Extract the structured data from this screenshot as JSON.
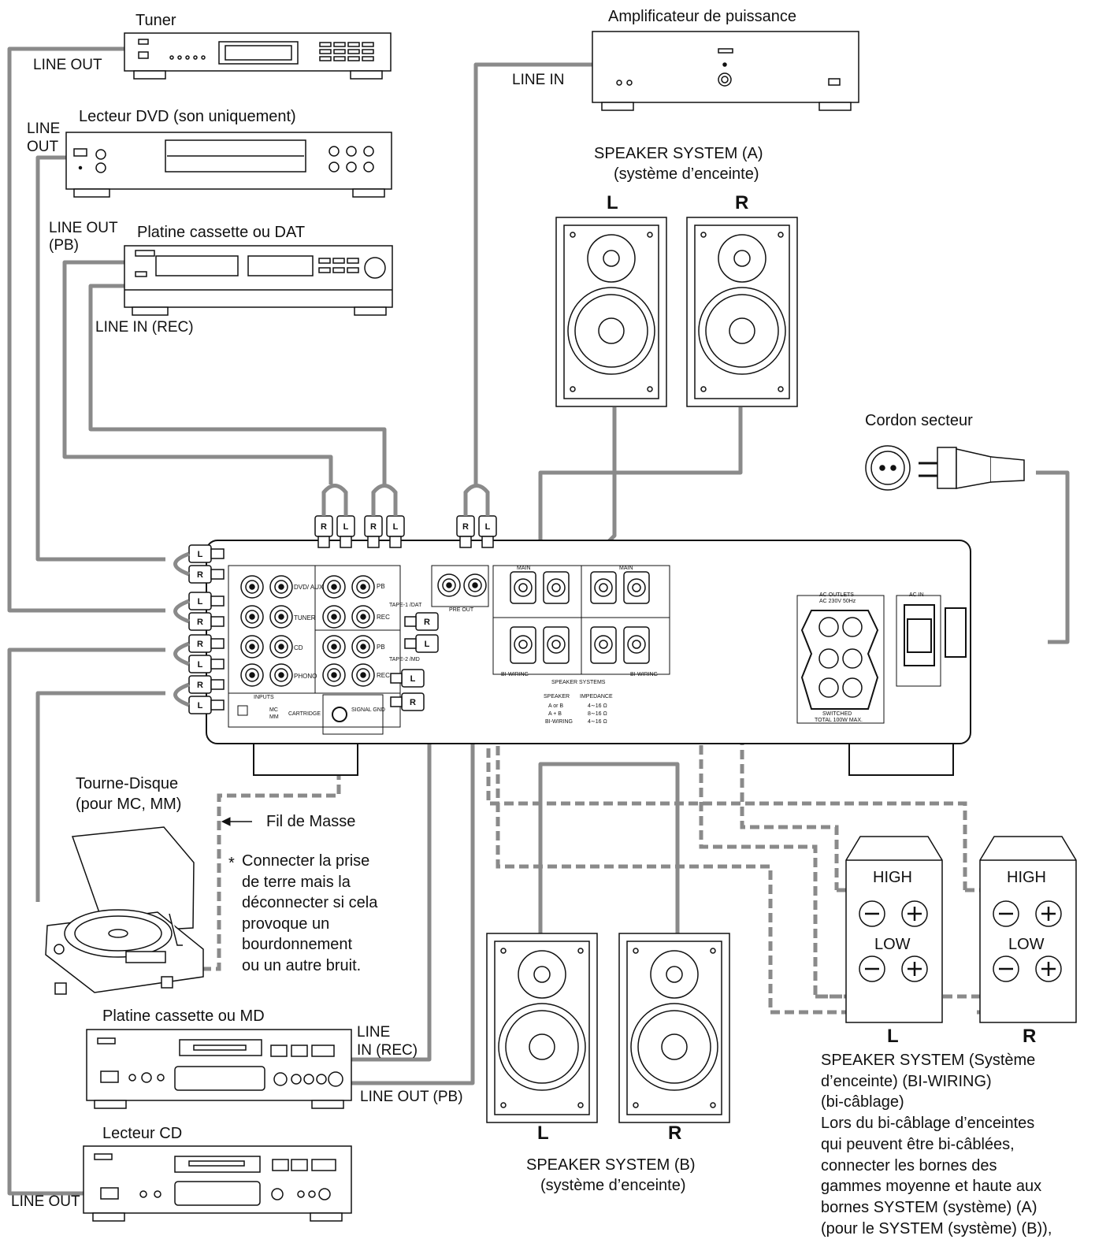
{
  "devices": {
    "tuner": {
      "title": "Tuner",
      "port": "LINE OUT"
    },
    "amp": {
      "title": "Amplificateur de puissance",
      "port": "LINE IN"
    },
    "dvd": {
      "title": "Lecteur DVD (son uniquement)",
      "port_line1": "LINE",
      "port_line2": "OUT"
    },
    "tape": {
      "title": "Platine cassette ou DAT",
      "out_line1": "LINE OUT",
      "out_line2": "(PB)",
      "in_label": "LINE IN (REC)"
    },
    "turntable": {
      "title_line1": "Tourne-Disque",
      "title_line2": "(pour MC, MM)"
    },
    "md": {
      "title": "Platine cassette ou MD",
      "in_line1": "LINE",
      "in_line2": "IN (REC)",
      "out_label": "LINE OUT (PB)"
    },
    "cd": {
      "title": "Lecteur CD",
      "port": "LINE OUT"
    },
    "power": {
      "title": "Cordon secteur"
    }
  },
  "speakers": {
    "a_title_line1": "SPEAKER SYSTEM (A)",
    "a_title_line2": "(système d’enceinte)",
    "b_title_line1": "SPEAKER SYSTEM (B)",
    "b_title_line2": "(système d’enceinte)",
    "left": "L",
    "right": "R",
    "high": "HIGH",
    "low": "LOW"
  },
  "ground": {
    "wire_label": "Fil de Masse",
    "star": "*",
    "note_lines": [
      "Connecter la prise",
      "de terre mais la",
      "déconnecter si cela",
      "provoque un",
      "bourdonnement",
      "ou un autre bruit."
    ]
  },
  "biwiring_note": [
    "SPEAKER SYSTEM (Système",
    "d’enceinte) (BI-WIRING)",
    "(bi-câblage)",
    "Lors du bi-câblage d’enceintes",
    "qui peuvent être bi-câblées,",
    "connecter les bornes des",
    "gammes moyenne et haute aux",
    "bornes SYSTEM (système) (A)",
    "(pour le SYSTEM (système) (B)),"
  ],
  "rear_panel": {
    "inputs": "INPUTS",
    "dvd_aux": "DVD/ AUX",
    "tuner": "TUNER",
    "cd": "CD",
    "phono": "PHONO",
    "pb": "PB",
    "rec": "REC",
    "tape1": "TAPE-1 /DAT",
    "tape2": "TAPE-2 /MD",
    "pre_out": "PRE OUT",
    "main": "MAIN",
    "cartridge": "CARTRIDGE",
    "mc": "MC",
    "mm": "MM",
    "signal_gnd": "SIGNAL GND",
    "bi_wiring": "BI-WIRING",
    "speaker_systems": "SPEAKER SYSTEMS",
    "speaker": "SPEAKER",
    "impedance": "IMPEDANCE",
    "a_or_b": "A or B",
    "a_plus_b": "A + B",
    "bi_wiring_row": "BI-WIRING",
    "imp1": "4∼16 Ω",
    "imp2": "8∼16 Ω",
    "imp3": "4∼16 Ω",
    "ac_outlets": "AC OUTLETS",
    "ac_rating": "AC 230V 50Hz",
    "ac_in": "AC IN",
    "switched": "SWITCHED",
    "total": "TOTAL 100W MAX.",
    "plug_l": "L",
    "plug_r": "R"
  }
}
